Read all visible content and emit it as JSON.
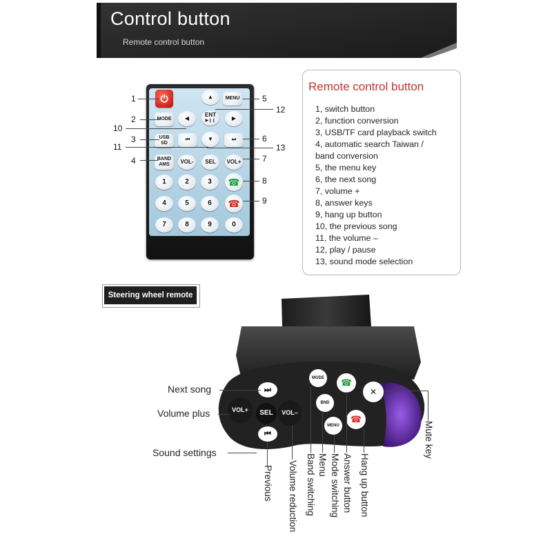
{
  "banner": {
    "title": "Control button",
    "subtitle": "Remote control button"
  },
  "remote": {
    "buttons": {
      "power": "⏻",
      "up": "▲",
      "menu": "MENU",
      "mode": "MODE",
      "ent": "ENT",
      "play_pause": "▶❙❙",
      "left": "◀",
      "right": "▶",
      "usb_sd_1": "USB",
      "usb_sd_2": "SD",
      "prev": "⏮",
      "down": "▼",
      "next": "⏭",
      "band_1": "BAND",
      "band_2": "AMS",
      "vol_minus": "VOL-",
      "sel": "SEL",
      "vol_plus": "VOL+",
      "digits": [
        "1",
        "2",
        "3",
        "4",
        "5",
        "6",
        "7",
        "8",
        "9",
        "0"
      ],
      "answer": "☎",
      "hangup": "☎"
    },
    "callouts": [
      "1",
      "2",
      "3",
      "4",
      "5",
      "6",
      "7",
      "8",
      "9",
      "10",
      "11",
      "12",
      "13"
    ]
  },
  "description": {
    "title": "Remote control button",
    "items": [
      "1, switch button",
      "2, function conversion",
      "3, USB/TF card playback switch",
      "4, automatic search Taiwan /\nband conversion",
      "5, the menu key",
      "6, the next song",
      "7, volume +",
      "8, answer keys",
      "9, hang up button",
      "10, the previous song",
      "11, the volume –",
      "12, play / pause",
      "13, sound mode selection"
    ]
  },
  "steering": {
    "label": "Steering wheel remote",
    "left_labels": {
      "next_song": "Next song",
      "volume_plus": "Volume plus",
      "sound_settings": "Sound settings"
    },
    "vertical_labels": {
      "previous": "Previous",
      "volume_reduction": "Volume reduction",
      "band_switching": "Band switching",
      "menu": "Menu",
      "mode_switching": "Mode switching",
      "answer_button": "Answer button",
      "hang_up_button": "Hang up button",
      "mute_key": "Mute key"
    },
    "buttons": {
      "vol_plus": "VOL+",
      "vol_minus": "VOL–",
      "sel": "SEL",
      "next": "⏭",
      "prev": "⏮",
      "band": "BND",
      "menu": "MENU",
      "mode": "MODE",
      "answer": "☎",
      "hangup": "☎",
      "mute": "✕"
    }
  },
  "colors": {
    "accent_red": "#c2342c",
    "dark": "#1f1f1f",
    "remote_panel": "#b8d6e6",
    "purple_glow": "#6a2fb8"
  }
}
